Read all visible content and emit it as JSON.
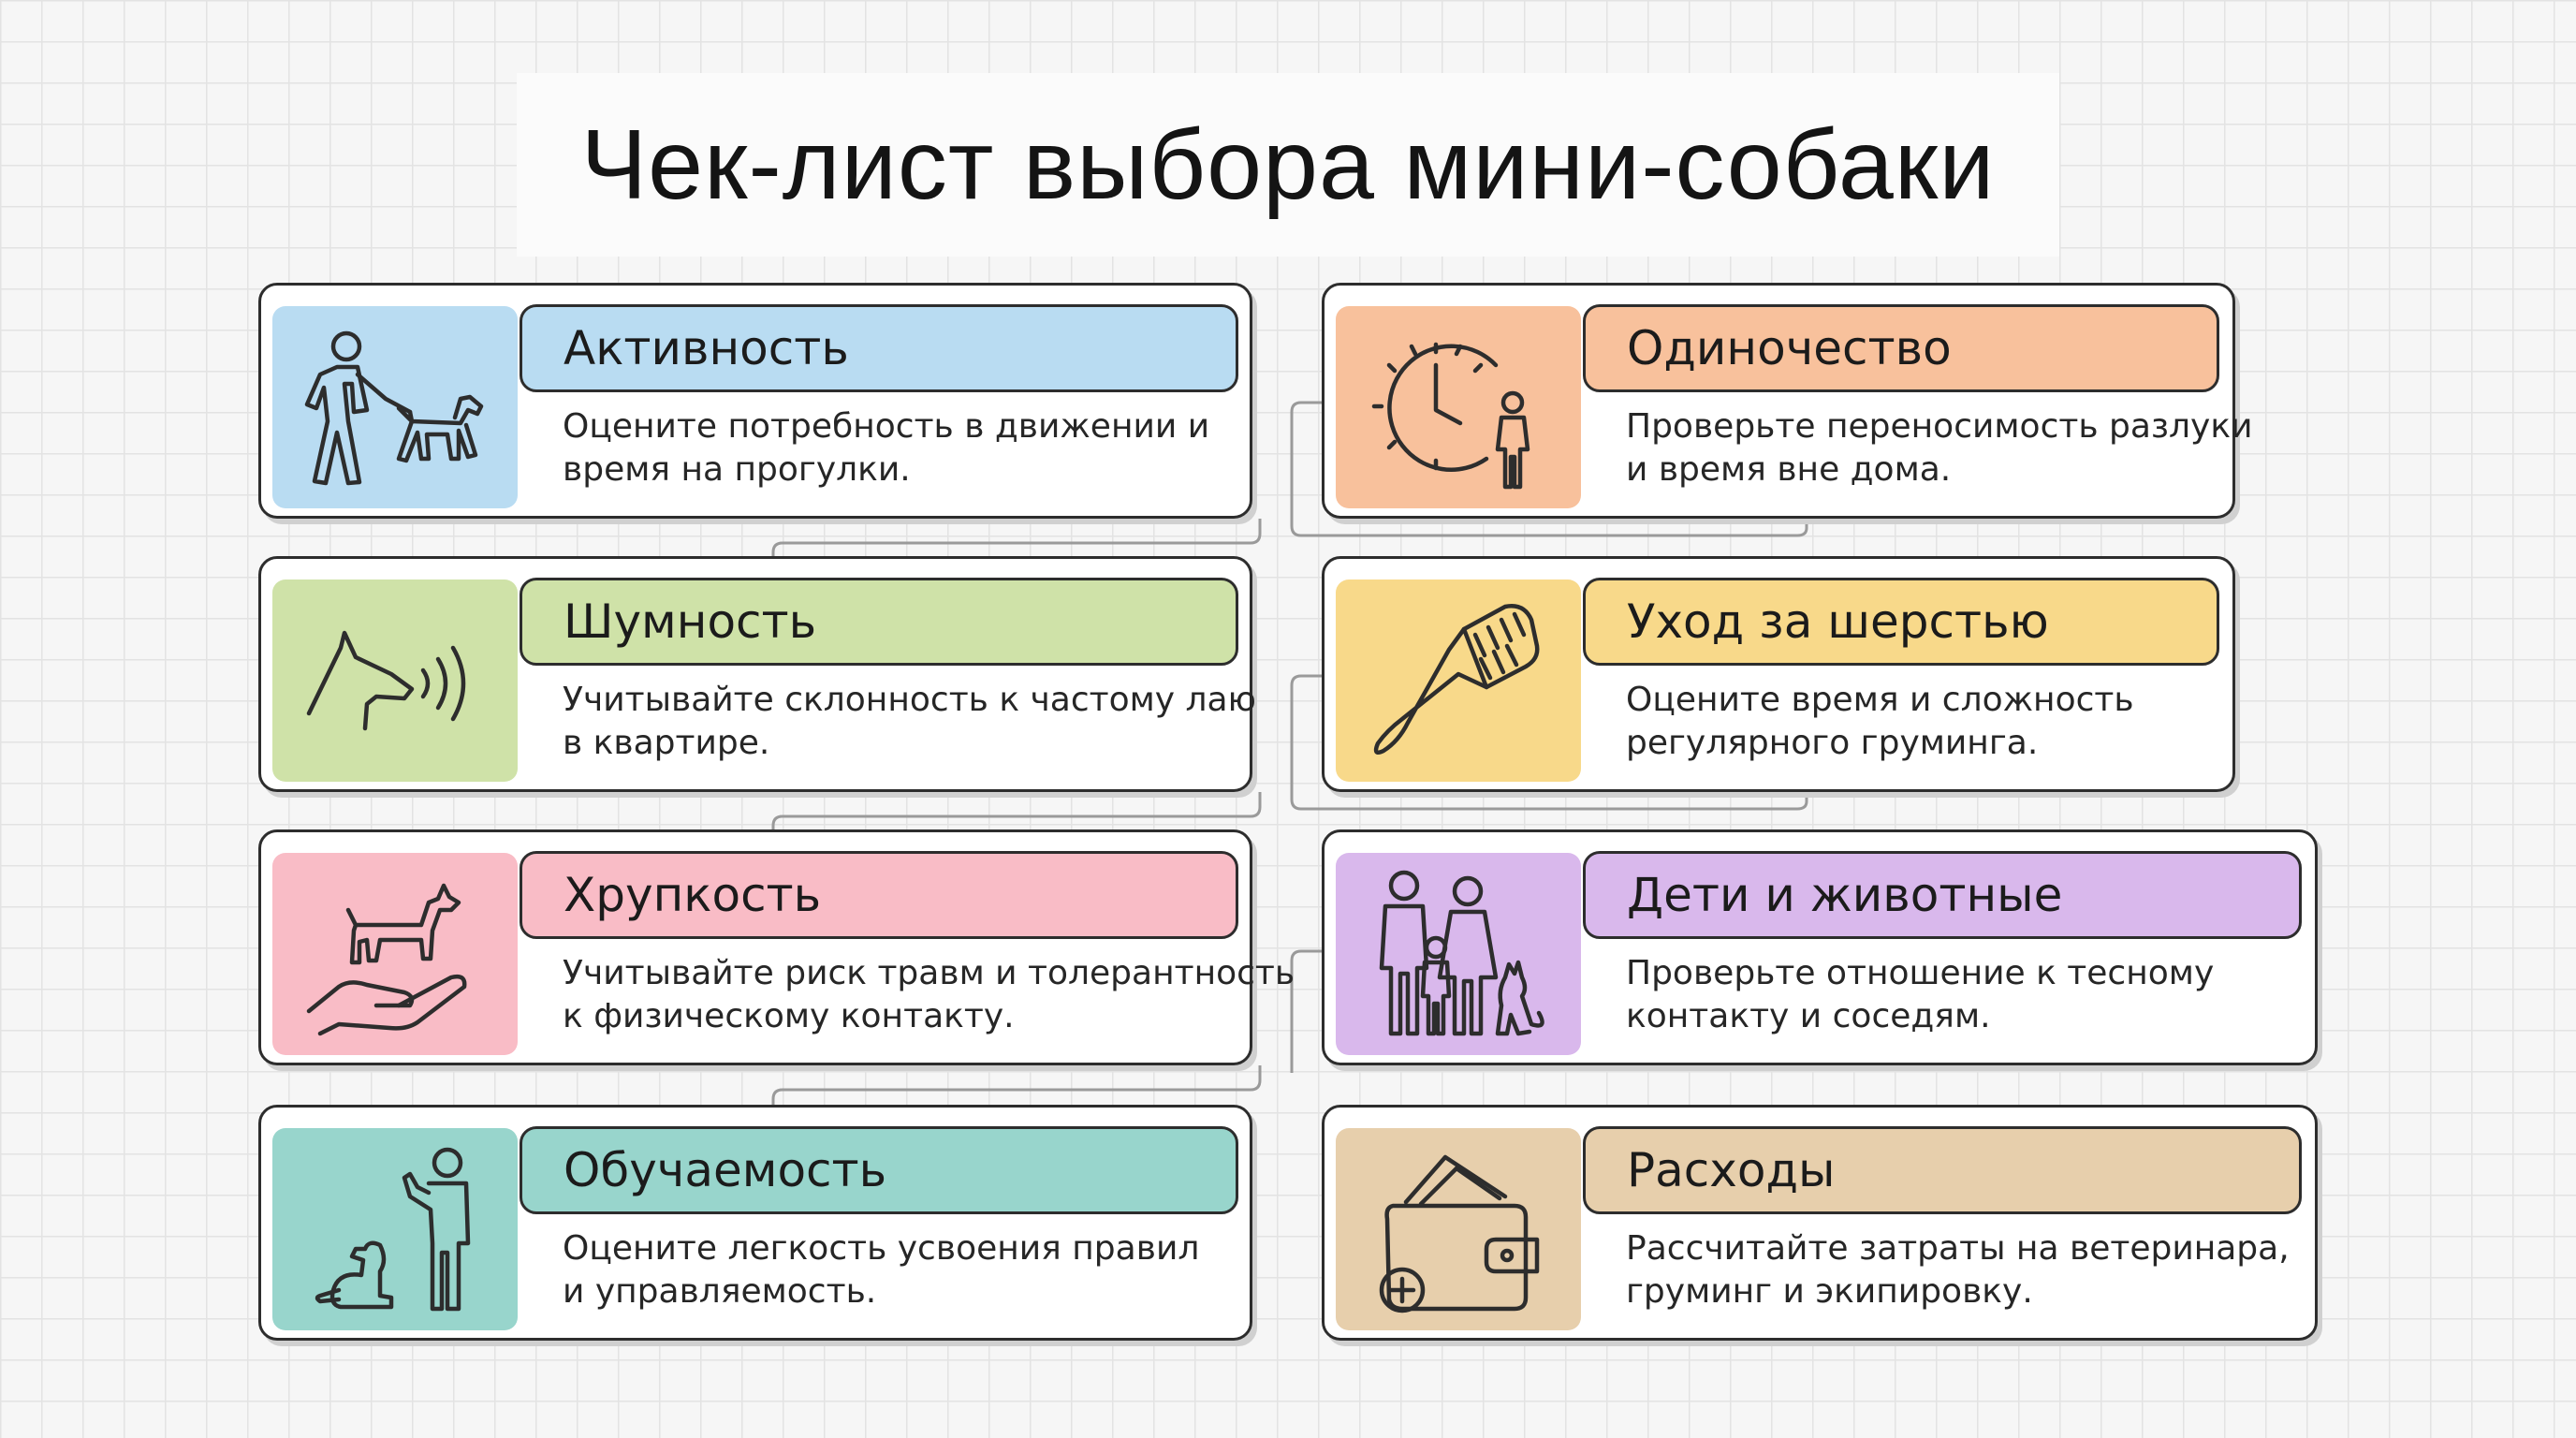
{
  "title": "Чек-лист выбора мини-собаки",
  "colors": {
    "activity": "#b9dcf2",
    "solitude": "#f8c19c",
    "noise": "#cfe2a8",
    "coat": "#f8d98a",
    "fragility": "#f9bcc6",
    "kids": "#d9b8ec",
    "training": "#98d5cc",
    "costs": "#e7cfac",
    "stroke": "#2d2d2d"
  },
  "items": [
    {
      "key": "activity",
      "icon": "person-walking-dog-icon",
      "label": "Активность",
      "desc": [
        "Оцените потребность в движении и",
        "время на прогулки."
      ]
    },
    {
      "key": "solitude",
      "icon": "clock-child-icon",
      "label": "Одиночество",
      "desc": [
        "Проверьте переносимость разлуки",
        "и время вне дома."
      ]
    },
    {
      "key": "noise",
      "icon": "barking-dog-icon",
      "label": "Шумность",
      "desc": [
        "Учитывайте склонность к частому лаю",
        "в квартире."
      ]
    },
    {
      "key": "coat",
      "icon": "grooming-brush-icon",
      "label": "Уход за шерстью",
      "desc": [
        "Оцените время и сложность",
        "регулярного груминга."
      ]
    },
    {
      "key": "fragility",
      "icon": "dog-on-hand-icon",
      "label": "Хрупкость",
      "desc": [
        "Учитывайте риск травм и толерантность",
        "к физическому контакту."
      ]
    },
    {
      "key": "kids",
      "icon": "family-with-cat-icon",
      "label": "Дети и животные",
      "desc": [
        "Проверьте отношение к тесному",
        "контакту и соседям."
      ]
    },
    {
      "key": "training",
      "icon": "person-commanding-dog-icon",
      "label": "Обучаемость",
      "desc": [
        "Оцените легкость усвоения правил",
        "и управляемость."
      ]
    },
    {
      "key": "costs",
      "icon": "wallet-money-icon",
      "label": "Расходы",
      "desc": [
        "Рассчитайте затраты на ветеринара,",
        "груминг и экипировку."
      ]
    }
  ]
}
